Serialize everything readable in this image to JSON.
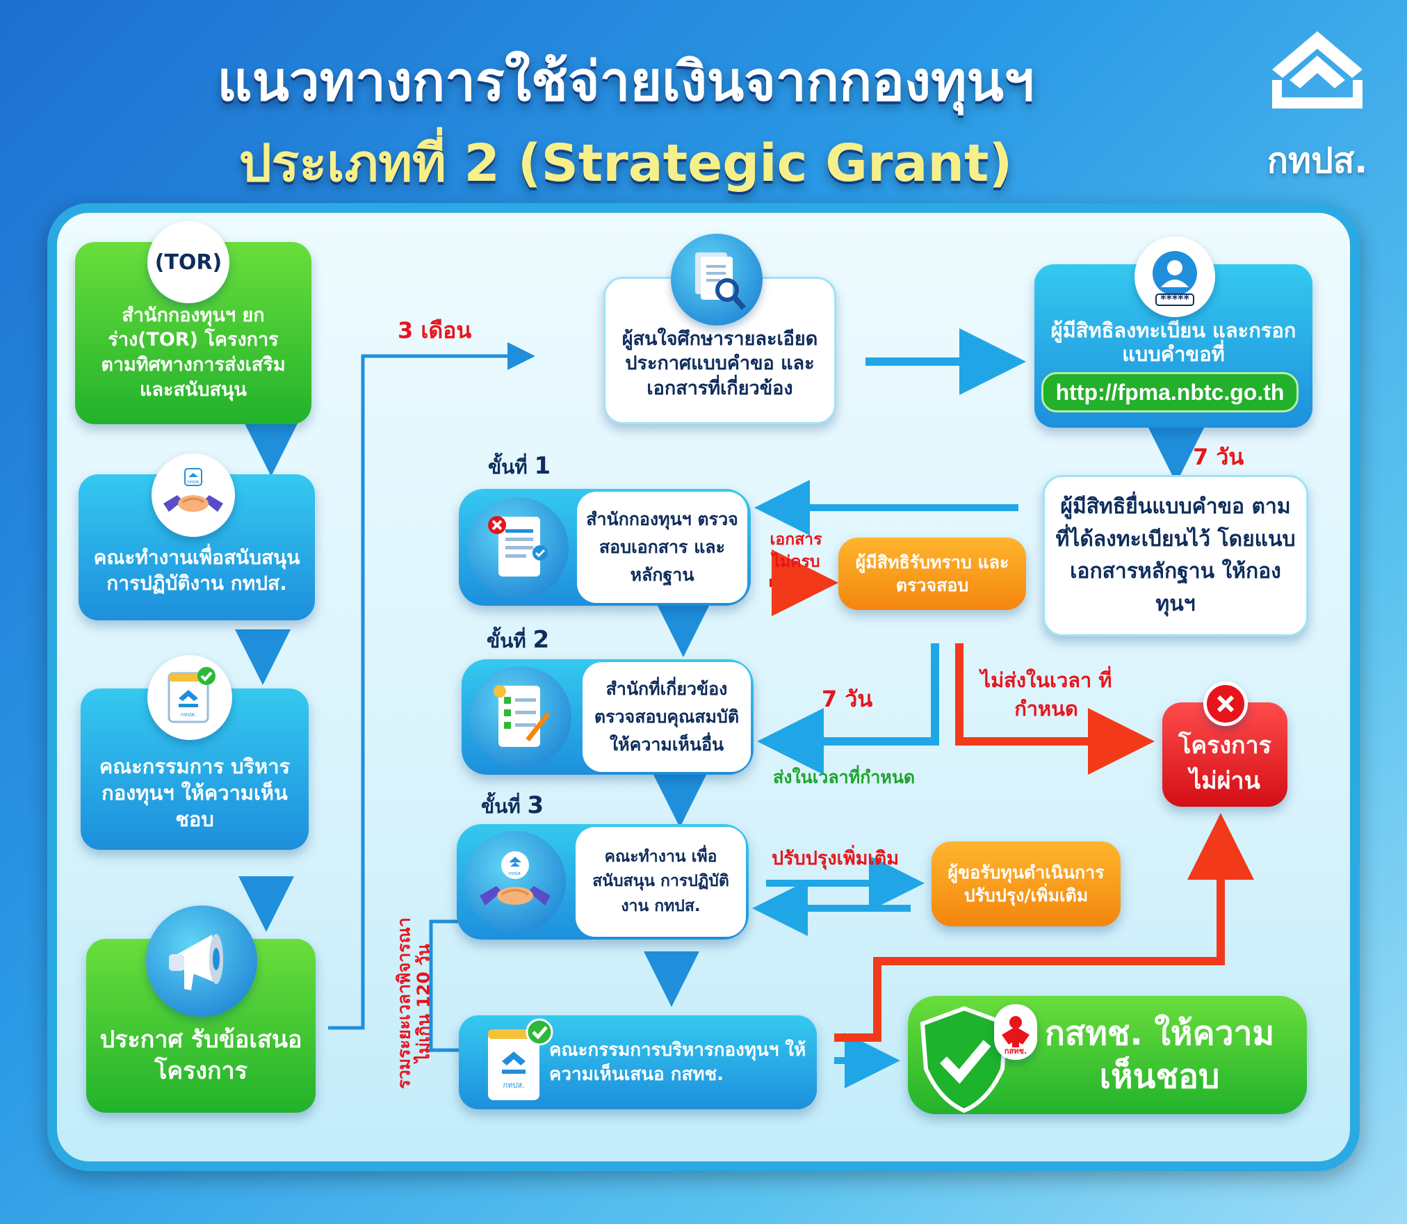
{
  "header": {
    "title_line1": "แนวทางการใช้จ่ายเงินจากกองทุนฯ",
    "title_line2": "ประเภทที่ 2 (Strategic Grant)",
    "logo_text": "กทปส."
  },
  "left_column": {
    "tor_badge": "(TOR)",
    "tor_box": "สำนักกองทุนฯ ยกร่าง(TOR) โครงการ ตามทิศทางการส่งเสริม และสนับสนุน",
    "working_group": "คณะทำงานเพื่อสนับสนุน การปฏิบัติงาน กทปส.",
    "committee": "คณะกรรมการ บริหารกองทุนฯ ให้ความเห็นชอบ",
    "announce": "ประกาศ รับข้อเสนอโครงการ"
  },
  "top_row": {
    "three_months": "3 เดือน",
    "study": "ผู้สนใจศึกษารายละเอียด ประกาศแบบคำขอ และเอกสารที่เกี่ยวข้อง",
    "register": "ผู้มีสิทธิลงทะเบียน และกรอกแบบคำขอที่",
    "url": "http://fpma.nbtc.go.th",
    "password_mask": "*****"
  },
  "right_column": {
    "seven_days_1": "7 วัน",
    "submit": "ผู้มีสิทธิยื่นแบบคำขอ ตามที่ได้ลงทะเบียนไว้ โดยแนบเอกสารหลักฐาน ให้กองทุนฯ",
    "not_on_time": "ไม่ส่งในเวลา ที่กำหนด",
    "fail_box": "โครงการ ไม่ผ่าน"
  },
  "steps": {
    "step1_label": "ขั้นที่",
    "step1_num": "1",
    "step1_text": "สำนักกองทุนฯ ตรวจสอบเอกสาร และหลักฐาน",
    "incomplete_docs": "เอกสาร ไม่ครบ",
    "notify_box": "ผู้มีสิทธิรับทราบ และตรวจสอบ",
    "step2_label": "ขั้นที่",
    "step2_num": "2",
    "step2_text": "สำนักที่เกี่ยวข้อง ตรวจสอบคุณสมบัติ ให้ความเห็นอื่น",
    "seven_days_2": "7 วัน",
    "on_time": "ส่งในเวลาที่กำหนด",
    "step3_label": "ขั้นที่",
    "step3_num": "3",
    "step3_text": "คณะทำงาน เพื่อสนับสนุน การปฏิบัติงาน กทปส.",
    "improve_label": "ปรับปรุงเพิ่มเติม",
    "improve_box": "ผู้ขอรับทุนดำเนินการ ปรับปรุง/เพิ่มเติม",
    "final_committee": "คณะกรรมการบริหารกองทุนฯ ให้ความเห็นเสนอ กสทช.",
    "total_time": "รวมระยะเวลาพิจารณา ไม่เกิน 120 วัน"
  },
  "approval": {
    "text": "กสทช. ให้ความเห็นชอบ",
    "seal_text": "กสทช."
  },
  "icon_badge_text": "กทปส.",
  "colors": {
    "green": "#22b22b",
    "blue": "#1d8fdc",
    "orange": "#f3860e",
    "red": "#d30f16",
    "arrow_blue": "#1f8fdc",
    "arrow_red": "#f23a1a"
  }
}
